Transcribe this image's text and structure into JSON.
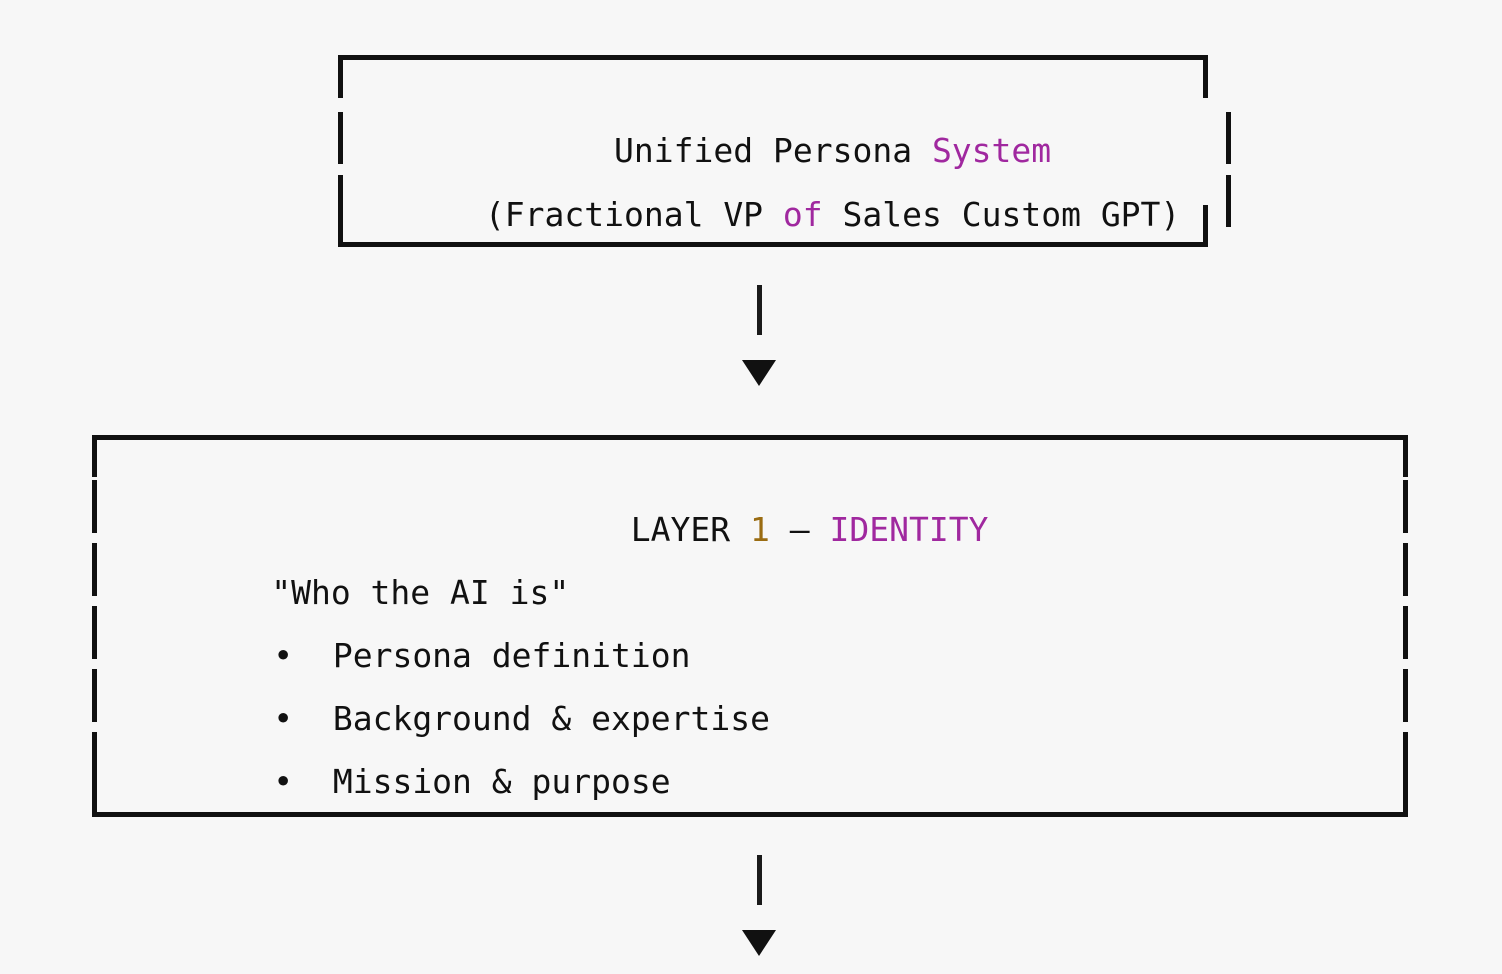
{
  "diagram": {
    "background_color": "#f7f7f7",
    "text_color": "#111111",
    "accent_magenta": "#a0289f",
    "accent_gold": "#9a6c12",
    "border_color": "#111111"
  },
  "top_box": {
    "name": "unified-persona-system",
    "line1": {
      "part1": "Unified Persona ",
      "part2_highlight": "System"
    },
    "line2": {
      "part1": "(Fractional VP ",
      "part2_highlight": "of",
      "part3": " Sales Custom GPT)"
    }
  },
  "connector_1": {
    "bar": "|",
    "arrow": "▼"
  },
  "layer1_box": {
    "name": "layer-1-identity",
    "heading": {
      "label": "LAYER",
      "number": "1",
      "dash": "—",
      "title": "IDENTITY"
    },
    "subtitle": "\"Who the AI is\"",
    "bullet_char": "•",
    "bullets": [
      "Persona definition",
      "Background & expertise",
      "Mission & purpose"
    ]
  },
  "connector_2": {
    "bar": "|",
    "arrow": "▼"
  }
}
